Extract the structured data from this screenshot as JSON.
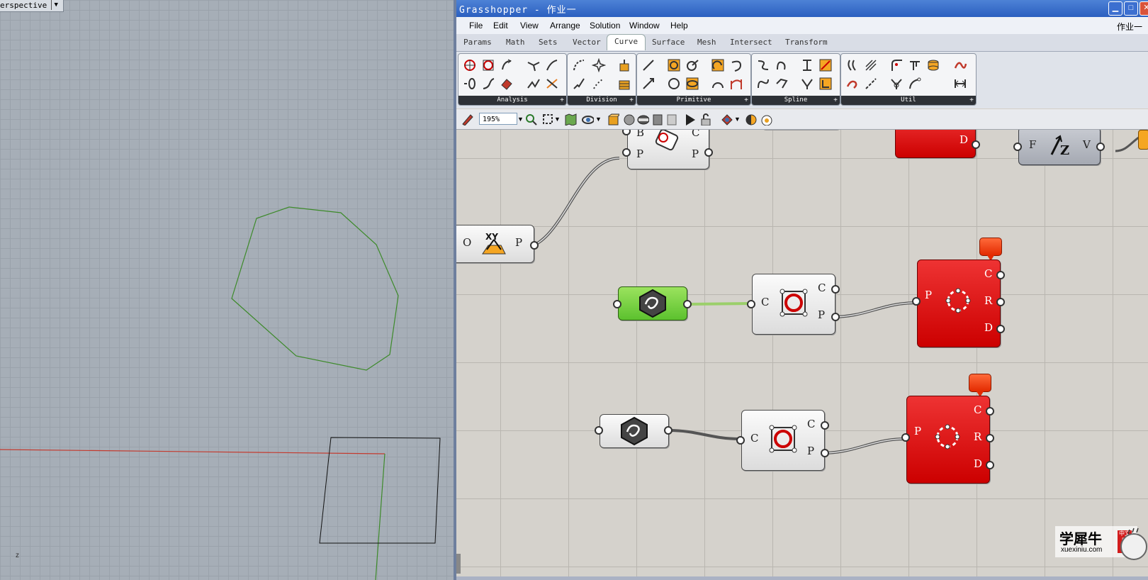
{
  "rhino": {
    "viewport_label": "erspective",
    "axis_label": "z",
    "colors": {
      "curve": "#3d8a2a",
      "x_axis": "#c43a2e",
      "y_axis": "#3d8a2a",
      "rect": "#111111"
    }
  },
  "grasshopper": {
    "title": "Grasshopper - 作业一",
    "window_buttons": {
      "minimize": "▁",
      "maximize": "□",
      "close": "✕"
    },
    "menu": [
      "File",
      "Edit",
      "View",
      "Arrange",
      "Solution",
      "Window",
      "Help"
    ],
    "document_name": "作业一",
    "tabs": [
      "Params",
      "Math",
      "Sets",
      "Vector",
      "Curve",
      "Surface",
      "Mesh",
      "Intersect",
      "Transform"
    ],
    "active_tab": "Curve",
    "ribbon_groups": [
      "Analysis",
      "Division",
      "Primitive",
      "Spline",
      "Util"
    ],
    "zoom": "195%",
    "nodes": {
      "top_partial": {
        "ports_in": [
          "B",
          "P"
        ],
        "ports_out": [
          "C",
          "P"
        ]
      },
      "xy_plane": {
        "ports_in": [
          "O"
        ],
        "ports_out": [
          "P"
        ]
      },
      "vector_z": {
        "ports_in": [
          "F"
        ],
        "ports_out": [
          "V"
        ]
      },
      "red_top_partial": {
        "ports_out": [
          "D"
        ]
      },
      "polygon_1": {
        "ports_in": [
          "C"
        ],
        "ports_out": [
          "C",
          "P"
        ]
      },
      "polygon_2": {
        "ports_in": [
          "C"
        ],
        "ports_out": [
          "C",
          "P"
        ]
      },
      "circle3pt_1": {
        "ports_in": [
          "P"
        ],
        "ports_out": [
          "C",
          "R",
          "D"
        ]
      },
      "circle3pt_2": {
        "ports_in": [
          "P"
        ],
        "ports_out": [
          "C",
          "R",
          "D"
        ]
      }
    },
    "watermark": {
      "cn": "学犀牛",
      "url": "xuexiniu.com",
      "stamp": "中文网"
    }
  }
}
